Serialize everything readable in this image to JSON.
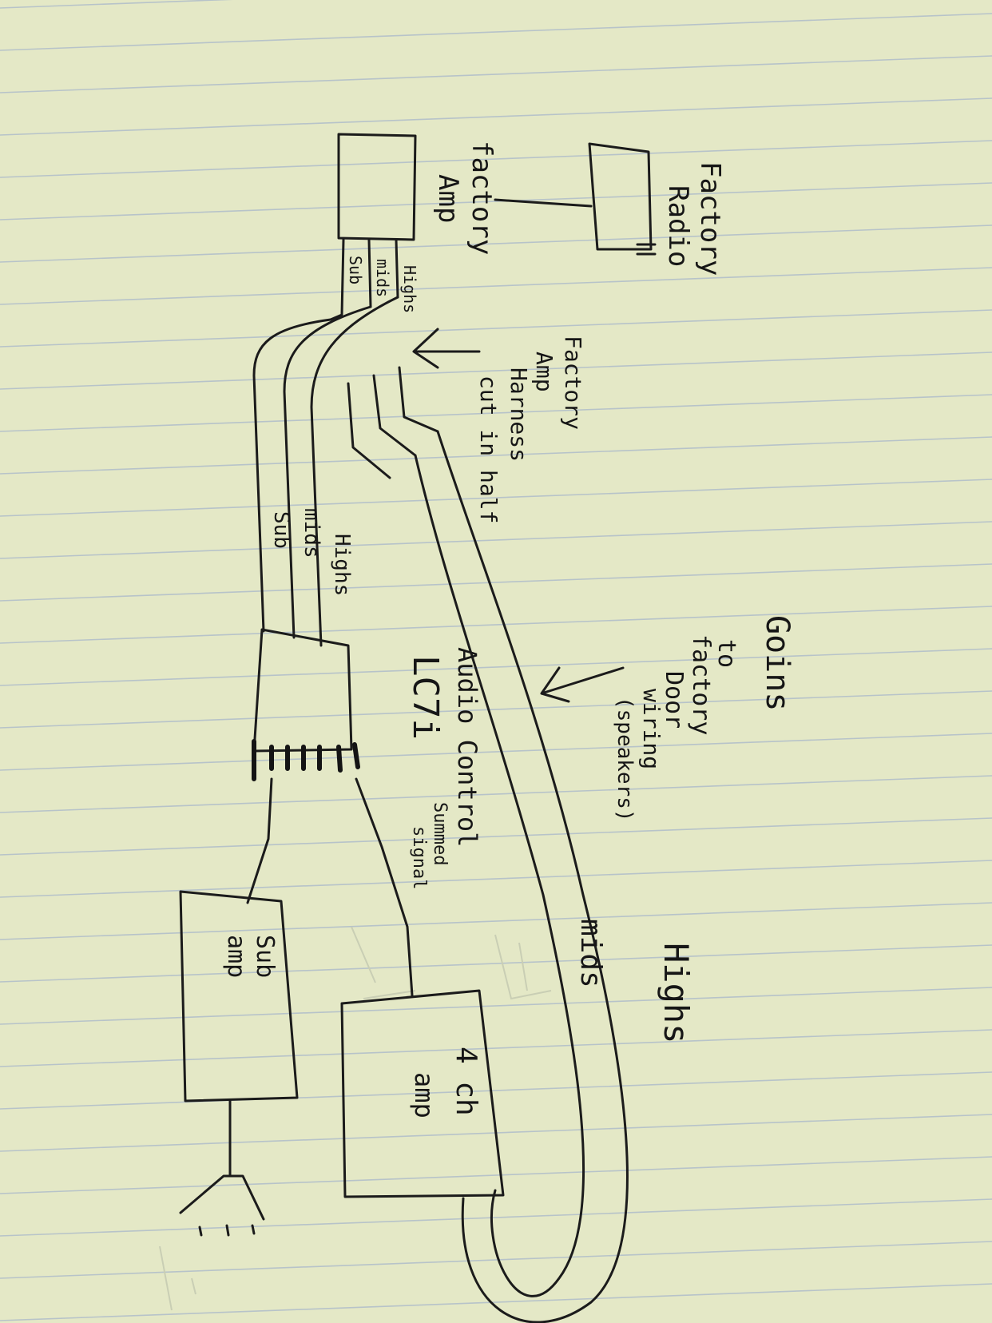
{
  "colors": {
    "paper": "#e4e8c6",
    "ink": "#1b1b1b",
    "rule": "#b7c3c9"
  },
  "labels": {
    "factory_radio": [
      "Factory",
      "Radio"
    ],
    "factory_amp": [
      "factory",
      "Amp"
    ],
    "harness_out": [
      "Highs",
      "mids",
      "Sub"
    ],
    "harness_note": [
      "Factory",
      "Amp",
      "Harness",
      "cut in half"
    ],
    "wires_to_lc7i": [
      "Highs",
      "mids",
      "Sub"
    ],
    "processor": [
      "Audio Control",
      "LC7i"
    ],
    "door_note": [
      "Goins",
      "to",
      "factory",
      "Door",
      "wiring",
      "(speakers)"
    ],
    "summed": [
      "Summed",
      "signal"
    ],
    "sub_amp": [
      "Sub",
      "amp"
    ],
    "four_ch_amp": [
      "4 ch",
      "amp"
    ],
    "loop_labels": [
      "mids",
      "Highs"
    ]
  }
}
